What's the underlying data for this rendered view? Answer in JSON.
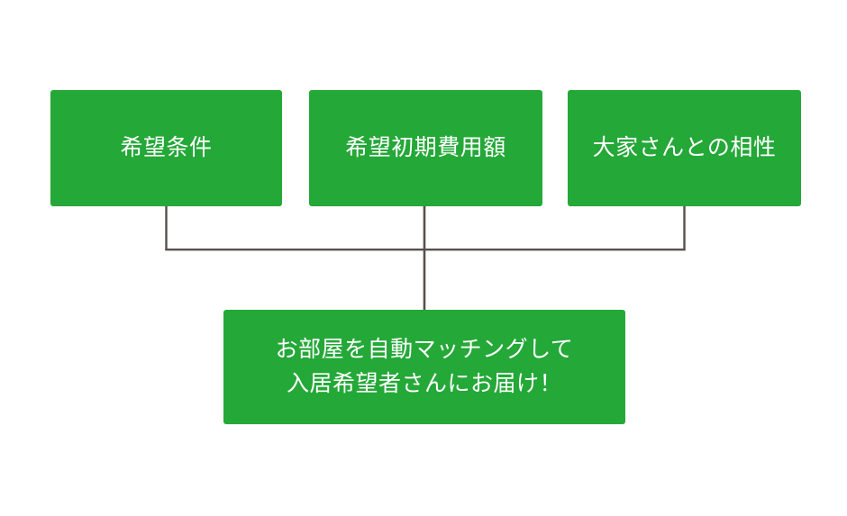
{
  "diagram": {
    "type": "flow-diagram",
    "background_color": "#ffffff",
    "box_color": "#24a838",
    "box_text_color": "#ffffff",
    "connector_color": "#58504e",
    "inputs": [
      {
        "id": "desired-conditions",
        "label": "希望条件"
      },
      {
        "id": "initial-cost",
        "label": "希望初期費用額"
      },
      {
        "id": "landlord-fit",
        "label": "大家さんとの相性"
      }
    ],
    "output": {
      "id": "auto-matching",
      "label": "お部屋を自動マッチングして\n入居希望者さんにお届け！"
    }
  }
}
